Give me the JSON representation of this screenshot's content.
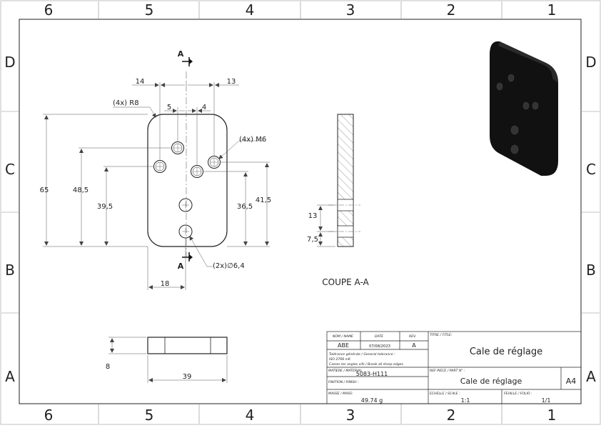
{
  "border": {
    "columns": [
      "6",
      "5",
      "4",
      "3",
      "2",
      "1"
    ],
    "rows": [
      "D",
      "C",
      "B",
      "A"
    ]
  },
  "section": {
    "marker": "A",
    "caption": "COUPE A-A"
  },
  "dimensions": {
    "top_left": "14",
    "top_right": "13",
    "gap_left": "5",
    "gap_right": "4",
    "height_65": "65",
    "height_48_5": "48,5",
    "height_39_5": "39,5",
    "height_36_5": "36,5",
    "height_41_5": "41,5",
    "bottom_18": "18",
    "thickness_8": "8",
    "width_39": "39",
    "section_13": "13",
    "section_7_5": "7,5"
  },
  "callouts": {
    "radius": "(4x) R8",
    "thread": "(4x) M6",
    "holes": "(2x)∅6,4"
  },
  "title_block": {
    "name_label": "NOM / NAME",
    "date_label": "DATE",
    "rev_label": "REV.",
    "name": "ABE",
    "date": "07/08/2023",
    "rev": "A",
    "tolerance_label": "Tolérance générale / General tolerance :",
    "tolerance_value": "ISO 2768 mK",
    "edges_note": "Casser les angles vifs / Break all sharp edges",
    "material_label": "MATIERE / MATERIAL",
    "material": "5083-H111",
    "finish_label": "FINITION / FINISH :",
    "mass_label": "MASSE / MASS:",
    "mass": "49.74 g",
    "title_label": "TITRE / TITLE:",
    "title": "Cale de réglage",
    "part_ref_label": "REF PIECE / PART N° :",
    "part_ref": "Cale de réglage",
    "format": "A4",
    "scale_label": "ECHELLE / SCALE :",
    "scale": "1:1",
    "sheet_label": "FEUILLE / FOLIO :",
    "sheet": "1/1"
  }
}
